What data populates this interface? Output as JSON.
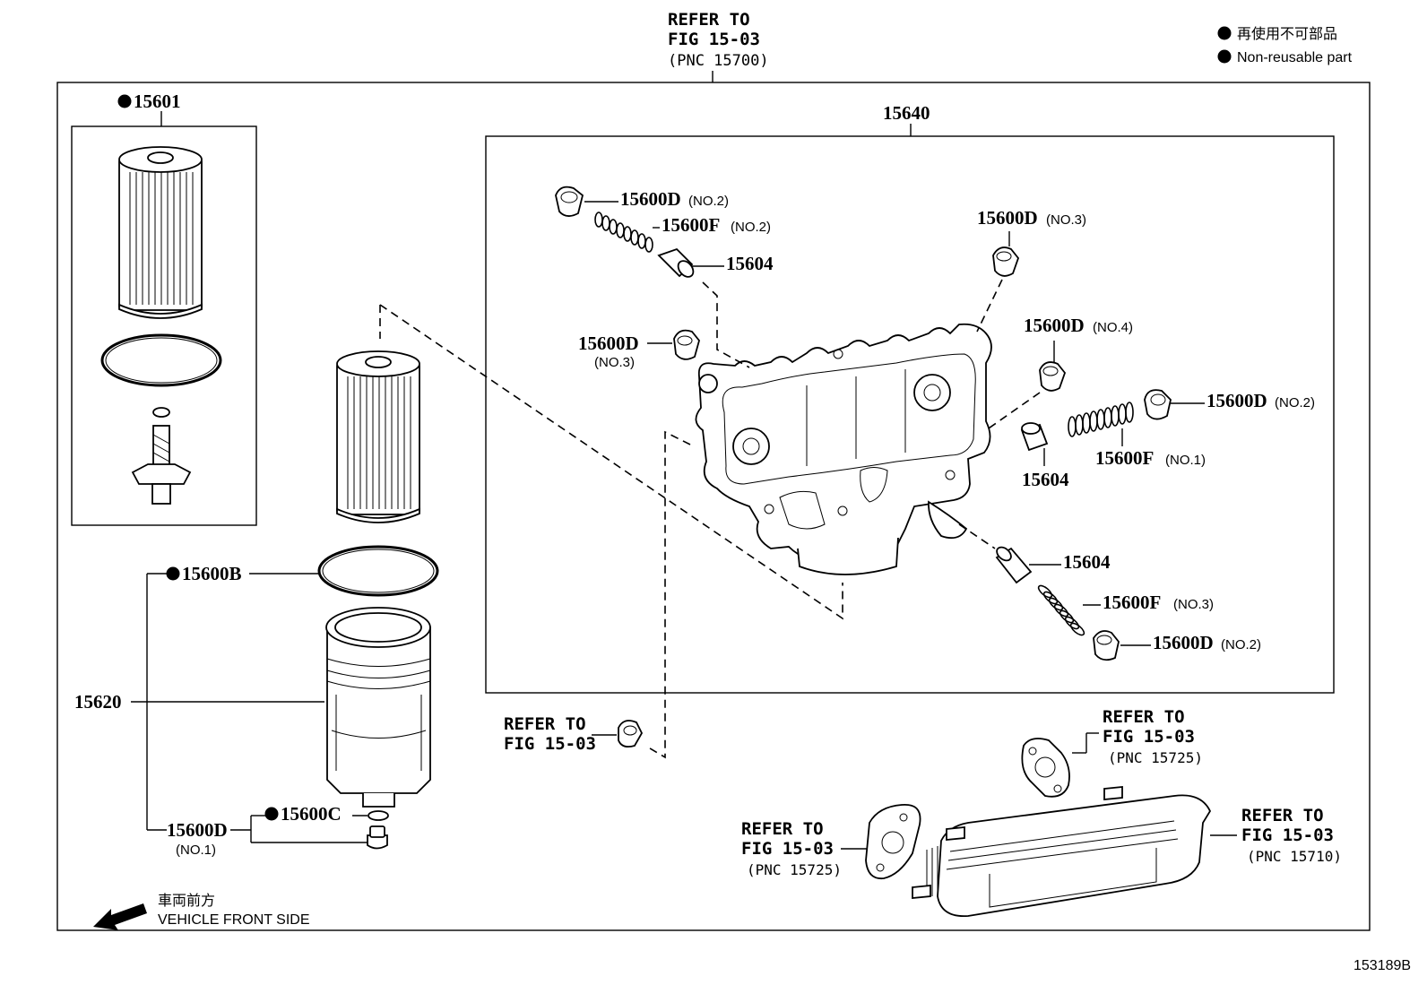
{
  "legend": {
    "line_ja": "再使用不可部品",
    "line_en": "Non-reusable part"
  },
  "refs": {
    "top": [
      "REFER TO",
      "FIG 15-03",
      "(PNC 15700)"
    ],
    "bolt": [
      "REFER TO",
      "FIG 15-03"
    ],
    "gasket_upper": [
      "REFER TO",
      "FIG 15-03",
      "(PNC 15725)"
    ],
    "gasket_lower": [
      "REFER TO",
      "FIG 15-03",
      "(PNC 15725)"
    ],
    "cooler": [
      "REFER TO",
      "FIG 15-03",
      "(PNC 15710)"
    ]
  },
  "parts": {
    "p15601": "15601",
    "p15640": "15640",
    "p15600B": "15600B",
    "p15620": "15620",
    "p15600C": "15600C",
    "p15600D_no1": "15600D",
    "no1_a": "(NO.1)",
    "p15600D_a": "15600D",
    "no2_a": "(NO.2)",
    "p15600F_a": "15600F",
    "no2_b": "(NO.2)",
    "p15604_a": "15604",
    "p15600D_b": "15600D",
    "no3_a": "(NO.3)",
    "p15600D_c": "15600D",
    "no3_b": "(NO.3)",
    "p15600D_d": "15600D",
    "no4": "(NO.4)",
    "p15600D_e": "15600D",
    "no2_c": "(NO.2)",
    "p15600F_b": "15600F",
    "no1_b": "(NO.1)",
    "p15604_b": "15604",
    "p15604_c": "15604",
    "p15600F_c": "15600F",
    "no3_c": "(NO.3)",
    "p15600D_f": "15600D",
    "no2_d": "(NO.2)"
  },
  "direction": {
    "ja": "車両前方",
    "en": "VEHICLE FRONT SIDE"
  },
  "figure_id": "153189B"
}
